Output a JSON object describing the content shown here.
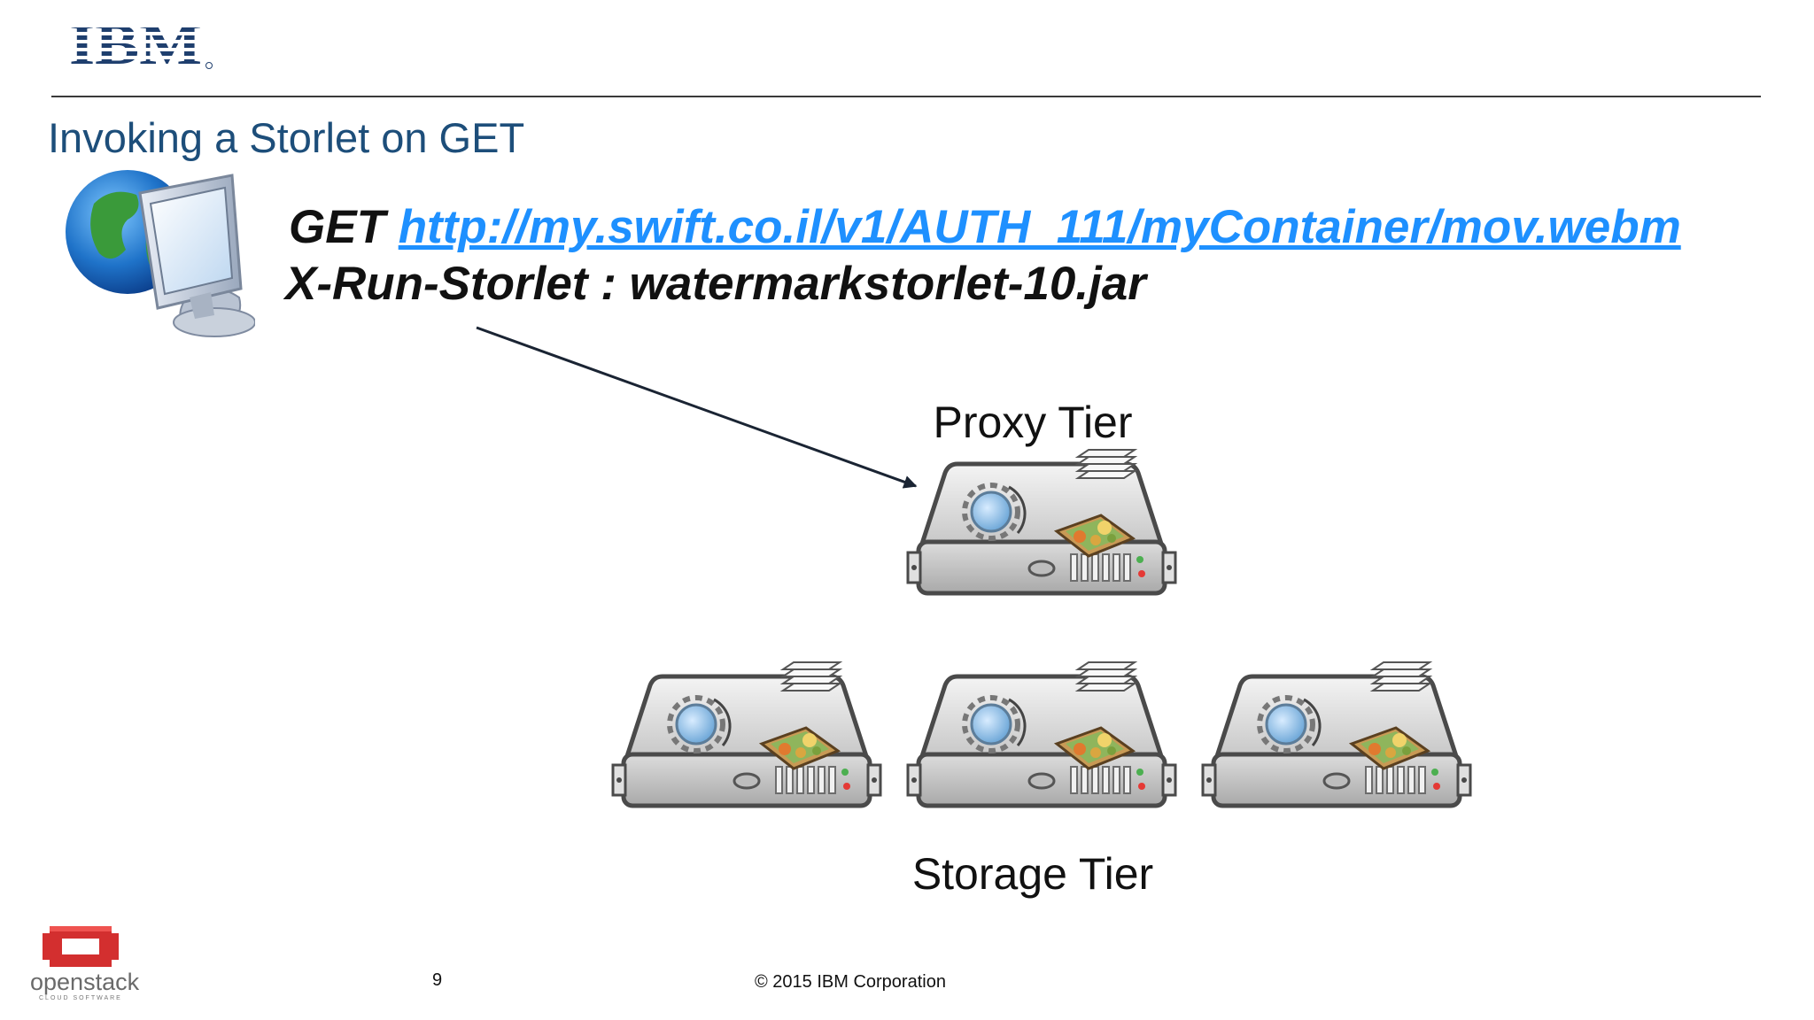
{
  "header": {
    "logo_text": "IBM",
    "slide_title": "Invoking a Storlet on GET"
  },
  "request": {
    "method": "GET",
    "url": "http://my.swift.co.il/v1/AUTH_111/myContainer/mov.webm",
    "header_line": "X-Run-Storlet : watermarkstorlet-10.jar"
  },
  "diagram": {
    "proxy_label": "Proxy Tier",
    "storage_label": "Storage Tier",
    "proxy_server_count": 1,
    "storage_server_count": 3
  },
  "footer": {
    "page_number": "9",
    "copyright": "© 2015 IBM Corporation",
    "openstack_text": "openstack",
    "openstack_subtext": "CLOUD SOFTWARE"
  },
  "colors": {
    "title": "#1d4e7a",
    "link": "#1e90ff",
    "ibm_blue": "#1f3f6e",
    "openstack_red": "#d32f2f",
    "arrow": "#1a2433"
  }
}
